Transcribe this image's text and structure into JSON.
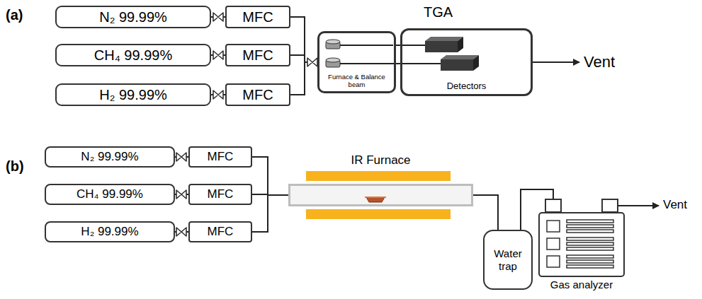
{
  "diagram": {
    "nodes": [
      {
        "text": [
          "N₂ 99.99%"
        ]
      },
      {
        "text": [
          "MFC"
        ]
      },
      {
        "text": [
          "CH₄ 99.99%"
        ]
      },
      {
        "text": [
          "MFC"
        ]
      },
      {
        "text": [
          "H₂ 99.99%"
        ]
      },
      {
        "text": [
          "MFC"
        ]
      },
      {
        "text": [
          "Furnace & Balance beam"
        ]
      },
      {
        "text": [
          "Detectors"
        ]
      },
      {
        "text": [
          "N₂ 99.99%"
        ]
      },
      {
        "text": [
          "MFC"
        ]
      },
      {
        "text": [
          "CH₄ 99.99%"
        ]
      },
      {
        "text": [
          "MFC"
        ]
      },
      {
        "text": [
          "H₂ 99.99%"
        ]
      },
      {
        "text": [
          "MFC"
        ]
      },
      {
        "text": [
          "IR Furnace"
        ]
      },
      {
        "text": [
          "Water trap"
        ]
      },
      {
        "text": [
          "Gas analyzer"
        ]
      }
    ],
    "edges": [
      {
        "from": 0,
        "to": 1,
        "arrow": "none"
      },
      {
        "from": 2,
        "to": 3,
        "arrow": "none"
      },
      {
        "from": 4,
        "to": 5,
        "arrow": "none"
      },
      {
        "from": 1,
        "to": 6,
        "arrow": "none"
      },
      {
        "from": 3,
        "to": 6,
        "arrow": "none"
      },
      {
        "from": 5,
        "to": 6,
        "arrow": "none"
      },
      {
        "from": 6,
        "to": 7,
        "arrow": "none"
      },
      {
        "from": 8,
        "to": 9,
        "arrow": "none"
      },
      {
        "from": 10,
        "to": 11,
        "arrow": "none"
      },
      {
        "from": 12,
        "to": 13,
        "arrow": "none"
      },
      {
        "from": 9,
        "to": 14,
        "arrow": "none"
      },
      {
        "from": 11,
        "to": 14,
        "arrow": "none"
      },
      {
        "from": 13,
        "to": 14,
        "arrow": "none"
      },
      {
        "from": 14,
        "to": 15,
        "arrow": "none"
      },
      {
        "from": 15,
        "to": 16,
        "arrow": "none"
      }
    ],
    "labels": [
      "(a)",
      "TGA",
      "Vent",
      "(b)",
      "Vent"
    ]
  }
}
